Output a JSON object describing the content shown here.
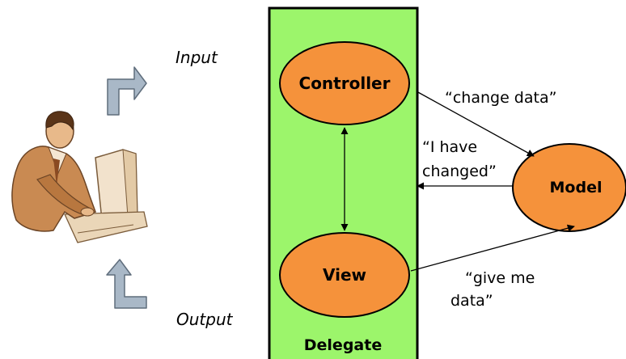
{
  "labels": {
    "input": "Input",
    "output": "Output",
    "delegate": "Delegate"
  },
  "nodes": {
    "controller": "Controller",
    "view": "View",
    "model": "Model"
  },
  "messages": {
    "change_data": "“change data”",
    "i_have_changed": [
      "“I have",
      "changed”"
    ],
    "give_me_data": [
      "“give me",
      "data”"
    ]
  },
  "colors": {
    "delegate_fill": "#9cf56b",
    "node_fill": "#f5923b",
    "arrow_fill": "#a9b8c7",
    "arrow_stroke": "#5f6d7c"
  },
  "icons": {
    "user": "person-at-computer-icon",
    "input_arrow": "bent-arrow-up-right-icon",
    "output_arrow": "bent-arrow-up-left-icon"
  }
}
